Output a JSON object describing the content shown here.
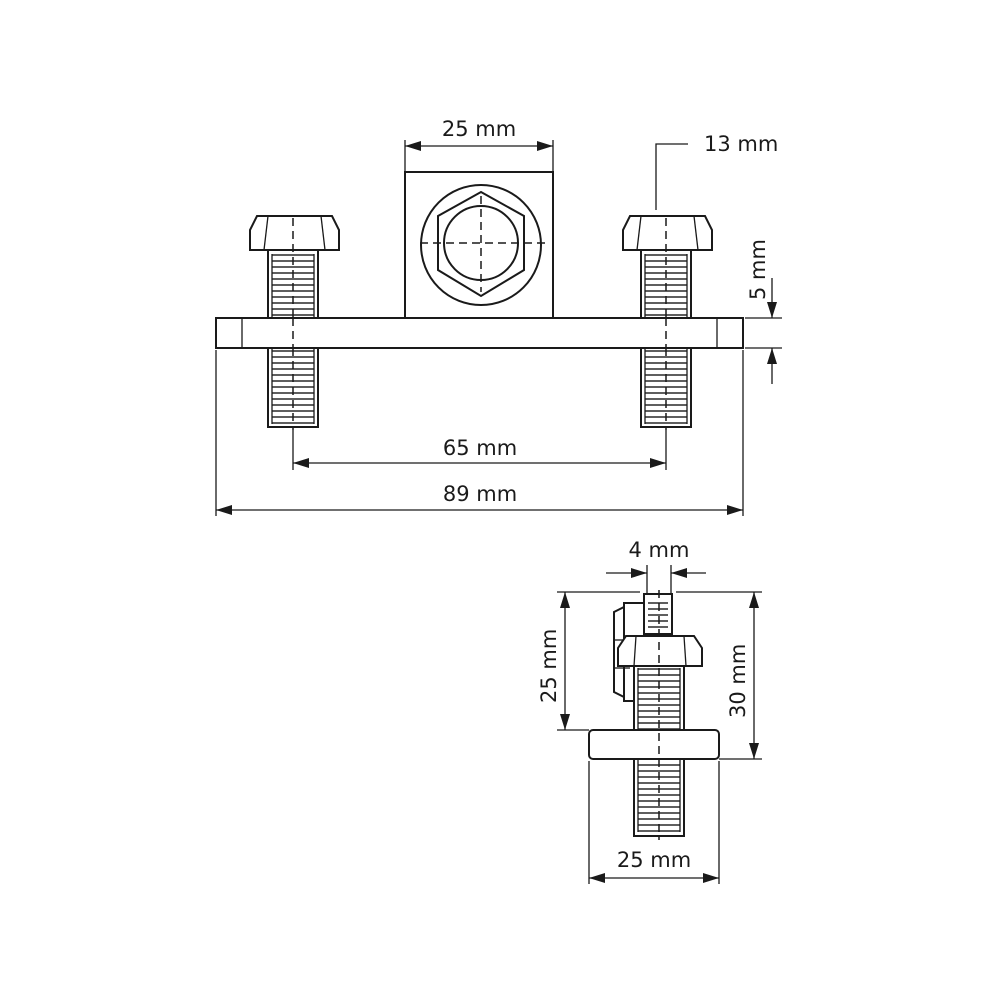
{
  "front_view": {
    "nut_width": "25 mm",
    "bolt_head": "13 mm",
    "plate_thickness": "5 mm",
    "bolt_spacing": "65 mm",
    "total_length": "89 mm"
  },
  "side_view": {
    "bolt_diameter": "4 mm",
    "nut_height": "25 mm",
    "total_height": "30 mm",
    "plate_width": "25 mm"
  },
  "colors": {
    "line": "#1a1a1a",
    "background": "#ffffff"
  }
}
